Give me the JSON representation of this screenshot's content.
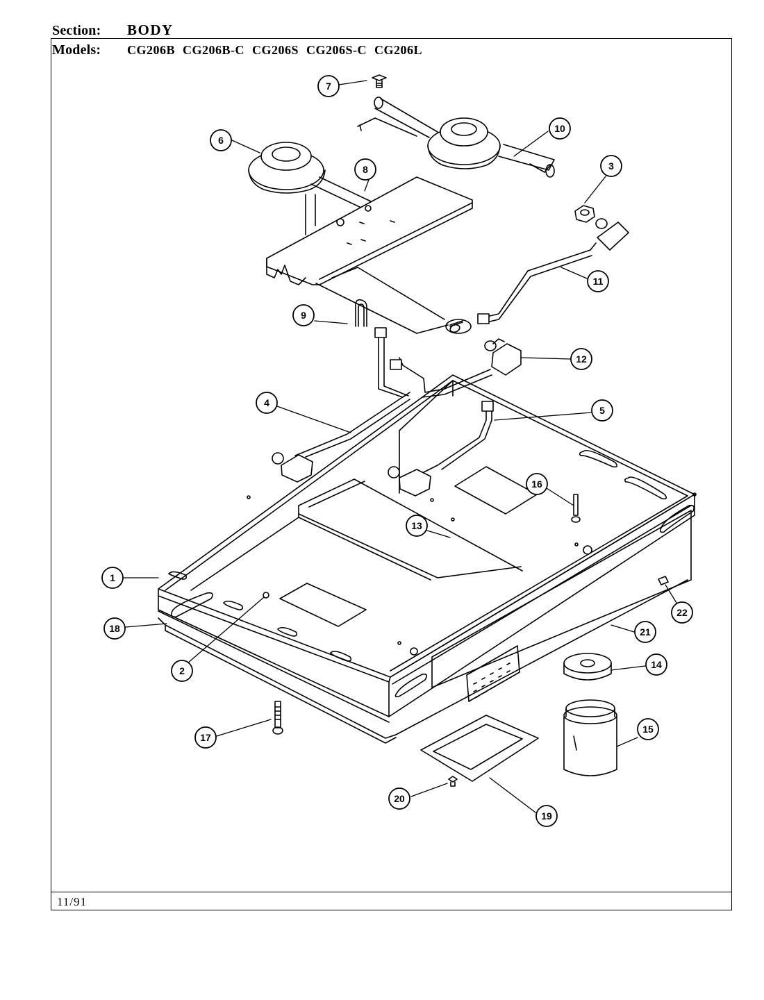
{
  "header": {
    "section_label": "Section:",
    "section_value": "BODY",
    "models_label": "Models:",
    "models": [
      "CG206B",
      "CG206B-C",
      "CG206S",
      "CG206S-C",
      "CG206L"
    ]
  },
  "footer": {
    "date": "11/91"
  },
  "callouts": [
    "1",
    "2",
    "3",
    "4",
    "5",
    "6",
    "7",
    "8",
    "9",
    "10",
    "11",
    "12",
    "13",
    "14",
    "15",
    "16",
    "17",
    "18",
    "19",
    "20",
    "21",
    "22"
  ]
}
